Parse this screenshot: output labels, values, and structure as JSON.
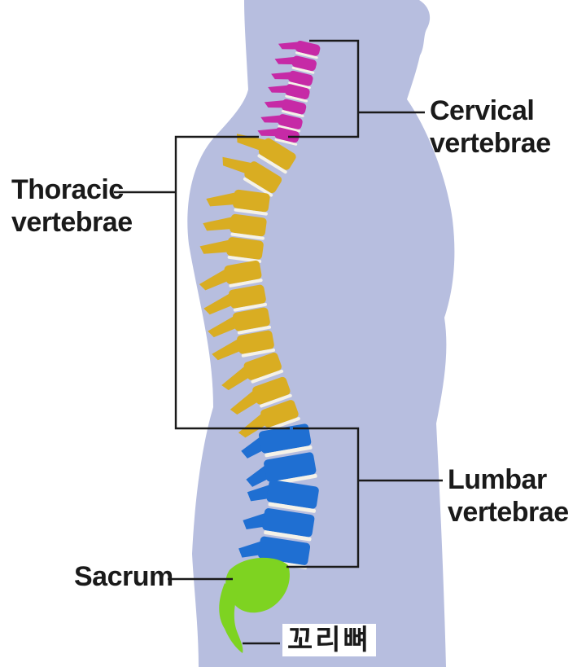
{
  "labels": {
    "cervical": [
      "Cervical",
      "vertebrae"
    ],
    "thoracic": [
      "Thoracic",
      "vertebrae"
    ],
    "lumbar": [
      "Lumbar",
      "vertebrae"
    ],
    "sacrum": "Sacrum",
    "coccyx": "꼬리뼈"
  },
  "colors": {
    "body": "#b7bedf",
    "cervical": "#c62aa6",
    "thoracic": "#d9ad22",
    "lumbar": "#1f6fd2",
    "sacrum": "#7ed321",
    "disc": "#f5f2e8",
    "bracket": "#1a1a1a"
  },
  "regions": {
    "cervical_count": 7,
    "thoracic_count": 12,
    "lumbar_count": 5
  }
}
